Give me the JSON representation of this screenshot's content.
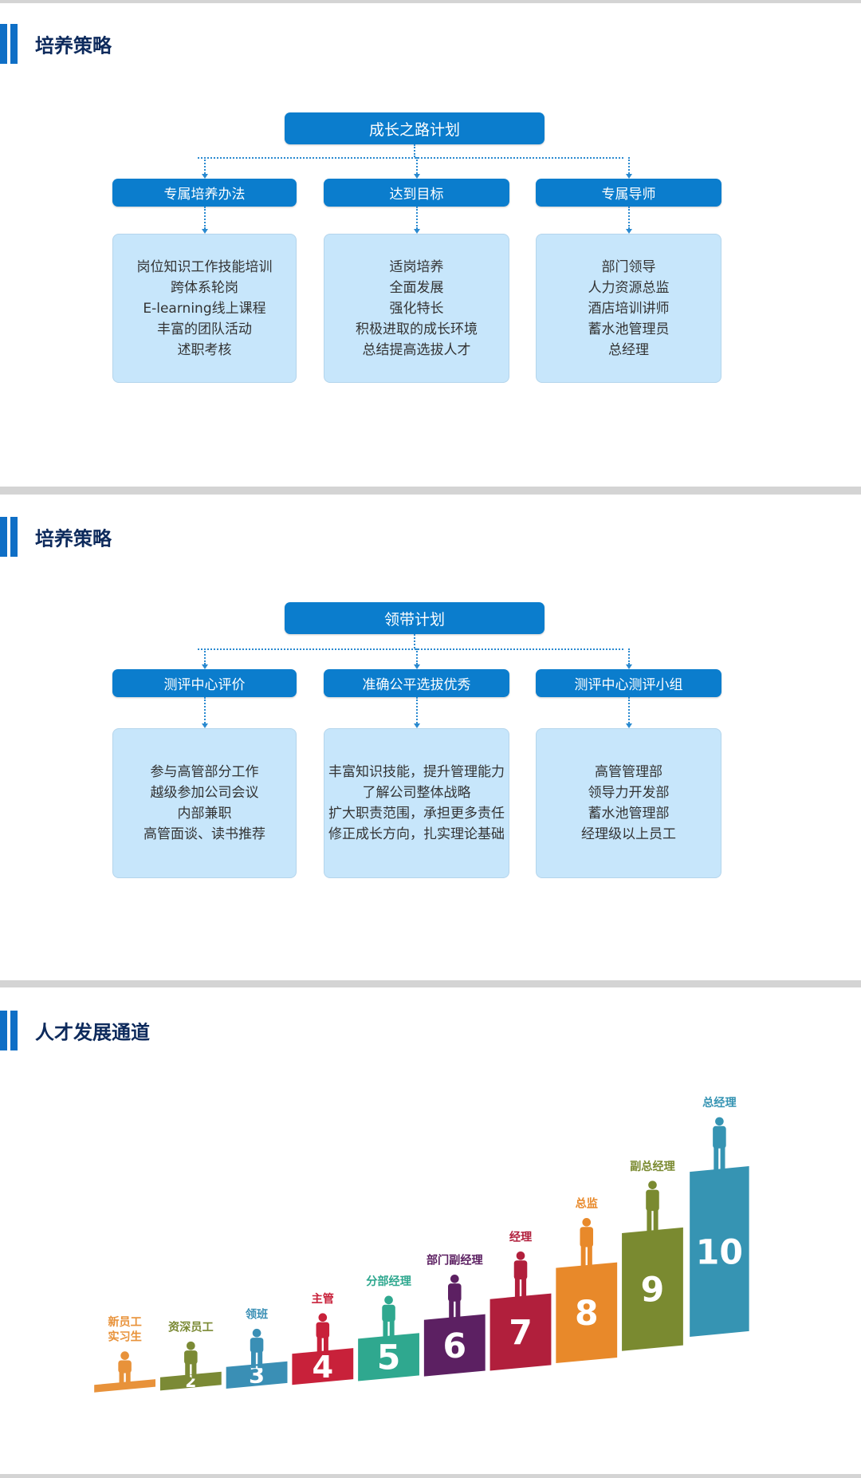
{
  "sections": [
    {
      "title": "培养策略",
      "root": "成长之路计划",
      "columns": [
        {
          "heading": "专属培养办法",
          "items": [
            "岗位知识工作技能培训",
            "跨体系轮岗",
            "E-learning线上课程",
            "丰富的团队活动",
            "述职考核"
          ]
        },
        {
          "heading": "达到目标",
          "items": [
            "适岗培养",
            "全面发展",
            "强化特长",
            "积极进取的成长环境",
            "总结提高选拔人才"
          ]
        },
        {
          "heading": "专属导师",
          "items": [
            "部门领导",
            "人力资源总监",
            "酒店培训讲师",
            "蓄水池管理员",
            "总经理"
          ]
        }
      ]
    },
    {
      "title": "培养策略",
      "root": "领带计划",
      "columns": [
        {
          "heading": "测评中心评价",
          "items": [
            "参与高管部分工作",
            "越级参加公司会议",
            "内部兼职",
            "高管面谈、读书推荐"
          ]
        },
        {
          "heading": "准确公平选拔优秀",
          "items": [
            "丰富知识技能，提升管理能力",
            "了解公司整体战略",
            "扩大职责范围，承担更多责任",
            "修正成长方向，扎实理论基础"
          ]
        },
        {
          "heading": "测评中心测评小组",
          "items": [
            "高管管理部",
            "领导力开发部",
            "蓄水池管理部",
            "经理级以上员工"
          ]
        }
      ]
    }
  ],
  "career": {
    "title": "人才发展通道",
    "levels": [
      {
        "number": "",
        "label": "新员工 实习生",
        "color": "#e8923a"
      },
      {
        "number": "2",
        "label": "资深员工",
        "color": "#7b8a35"
      },
      {
        "number": "3",
        "label": "领班",
        "color": "#3a8fb5"
      },
      {
        "number": "4",
        "label": "主管",
        "color": "#c8213a"
      },
      {
        "number": "5",
        "label": "分部经理",
        "color": "#2fa88f"
      },
      {
        "number": "6",
        "label": "部门副经理",
        "color": "#5c2062"
      },
      {
        "number": "7",
        "label": "经理",
        "color": "#b11f3c"
      },
      {
        "number": "8",
        "label": "总监",
        "color": "#e8892a"
      },
      {
        "number": "9",
        "label": "副总经理",
        "color": "#7a8a30"
      },
      {
        "number": "10",
        "label": "总经理",
        "color": "#3694b3"
      }
    ]
  }
}
